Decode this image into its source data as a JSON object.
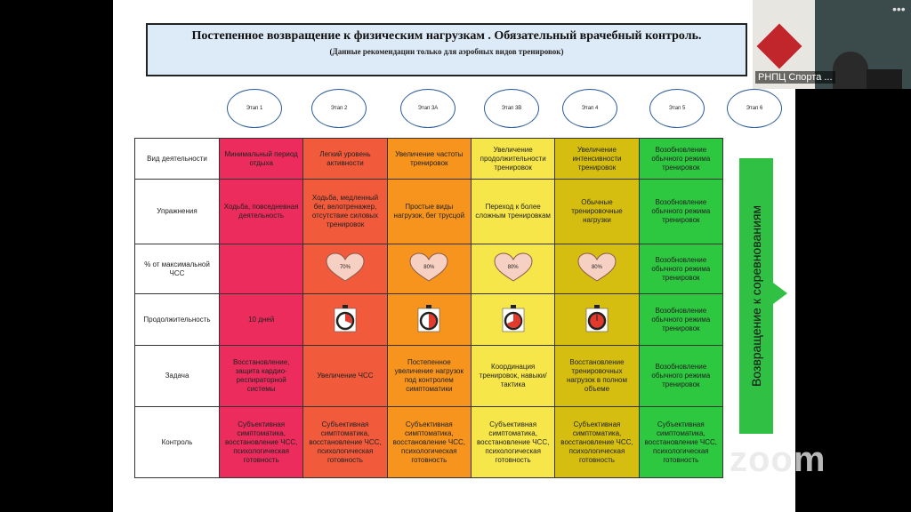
{
  "title": {
    "main": "Постепенное возвращение к физическим нагрузкам . Обязательный врачебный контроль.",
    "sub": "(Данные рекомендации только для аэробных видов тренировок)"
  },
  "stages": [
    "Этап 1",
    "Этап 2",
    "Этап 3А",
    "Этап 3В",
    "Этап 4",
    "Этап 5",
    "Этап 6"
  ],
  "rows": [
    {
      "head": "Вид деятельности",
      "cells": [
        "Минимальный период отдыха",
        "Легкий уровень активности",
        "Увеличение частоты тренировок",
        "Увеличение продолжительности тренировок",
        "Увеличение интенсивности тренировок",
        "Возобновление обычного режима тренировок"
      ]
    },
    {
      "head": "Упражнения",
      "cells": [
        "Ходьба, повседневная деятельность",
        "Ходьба, медленный бег, велотренажер, отсутствие силовых тренировок",
        "Простые виды нагрузок, бег трусцой",
        "Переход к более сложным тренировкам",
        "Обычные тренировочные нагрузки",
        "Возобновление обычного режима тренировок"
      ]
    },
    {
      "head": "% от максимальной ЧСС",
      "cells": [
        "",
        "70%",
        "80%",
        "80%",
        "80%",
        "Возобновление обычного режима тренировок"
      ]
    },
    {
      "head": "Продолжительность",
      "cells": [
        "10 дней",
        "",
        "",
        "",
        "",
        "Возобновление обычного режима тренировок"
      ]
    },
    {
      "head": "Задача",
      "cells": [
        "Восстановление, защита кардио-респираторной системы",
        "Увеличение ЧСС",
        "Постепенное увеличение нагрузок под контролем симптоматики",
        "Координация тренировок, навыки/тактика",
        "Восстановление тренировочных нагрузок в полном объеме",
        "Возобновление обычного режима тренировок"
      ]
    },
    {
      "head": "Контроль",
      "cells": [
        "Субъективная симптоматика, восстановление ЧСС, психологическая готовность",
        "Субъективная симптоматика, восстановление ЧСС, психологическая готовность",
        "Субъективная симптоматика, восстановление ЧСС, психологическая готовность",
        "Субъективная симптоматика, восстановление ЧСС, психологическая готовность",
        "Субъективная симптоматика, восстановление ЧСС, психологическая готовность",
        "Субъективная симптоматика, восстановление ЧСС, психологическая готовность"
      ]
    }
  ],
  "side_label": "Возвращение к соревнованиям",
  "camera": {
    "label": "РНПЦ Спорта ..."
  },
  "zoom_watermark": "zoom",
  "colors": {
    "stage1": "#ec2c5c",
    "stage2": "#f25a3c",
    "stage3a": "#f7941d",
    "stage3b": "#f7e64a",
    "stage4": "#d6be10",
    "stage5": "#2ec740"
  }
}
